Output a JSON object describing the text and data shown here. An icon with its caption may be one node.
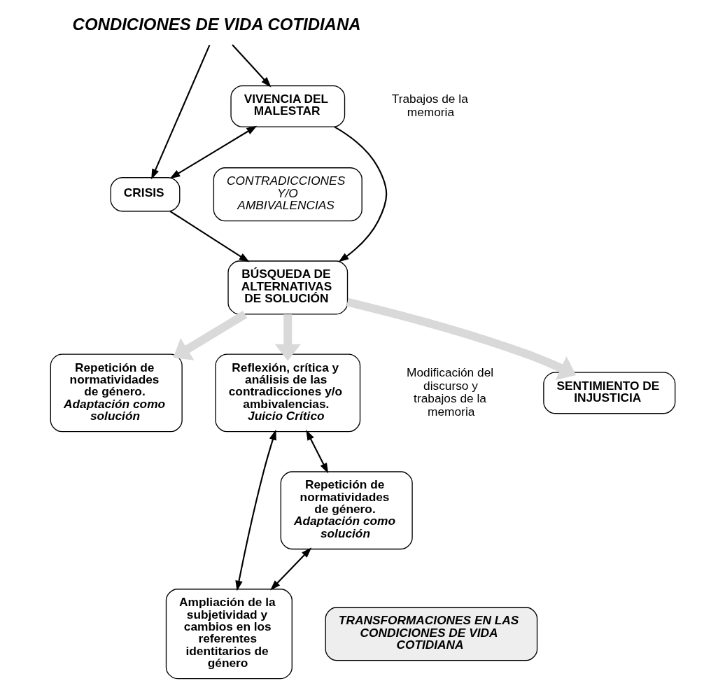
{
  "diagram": {
    "nodes": [
      {
        "text": [
          "CONDICIONES DE VIDA COTIDIANA"
        ]
      },
      {
        "text": [
          "CRISIS"
        ]
      },
      {
        "text": [
          "VIVENCIA DEL MALESTAR"
        ]
      },
      {
        "text": [
          "CONTRADICCIONES Y/O AMBIVALENCIAS"
        ]
      },
      {
        "text": [
          "BÚSQUEDA DE ALTERNATIVAS DE SOLUCIÓN"
        ]
      },
      {
        "text": [
          "Repetición de normatividades de género.",
          "Adaptación como solución"
        ]
      },
      {
        "text": [
          "Reflexión, crítica y análisis de las contradicciones y/o ambivalencias.",
          "Juicio Crítico"
        ]
      },
      {
        "text": [
          "SENTIMIENTO DE INJUSTICIA"
        ]
      },
      {
        "text": [
          "Repetición de normatividades de género.",
          "Adaptación como solución"
        ]
      },
      {
        "text": [
          "Ampliación de la subjetividad y cambios en los referentes identitarios de género"
        ]
      },
      {
        "text": [
          "TRANSFORMACIONES EN LAS CONDICIONES DE VIDA COTIDIANA"
        ]
      }
    ],
    "edges": [
      {
        "from": 0,
        "to": 1,
        "arrow": "to"
      },
      {
        "from": 0,
        "to": 2,
        "arrow": "to"
      },
      {
        "from": 1,
        "to": 2,
        "arrow": "both"
      },
      {
        "from": 1,
        "to": 4,
        "arrow": "to"
      },
      {
        "from": 2,
        "to": 4,
        "arrow": "to"
      },
      {
        "from": 4,
        "to": 5,
        "arrow": "to",
        "style": "thick",
        "color": "#d9d9d9"
      },
      {
        "from": 4,
        "to": 6,
        "arrow": "to",
        "style": "thick",
        "color": "#d9d9d9"
      },
      {
        "from": 4,
        "to": 7,
        "arrow": "to",
        "style": "thick",
        "color": "#d9d9d9"
      },
      {
        "from": 6,
        "to": 8,
        "arrow": "both"
      },
      {
        "from": 6,
        "to": 9,
        "arrow": "both"
      },
      {
        "from": 8,
        "to": 9,
        "arrow": "both"
      }
    ],
    "labels": [
      "Trabajos de la memoria",
      "Modificación del discurso y trabajos de la memoria"
    ]
  }
}
